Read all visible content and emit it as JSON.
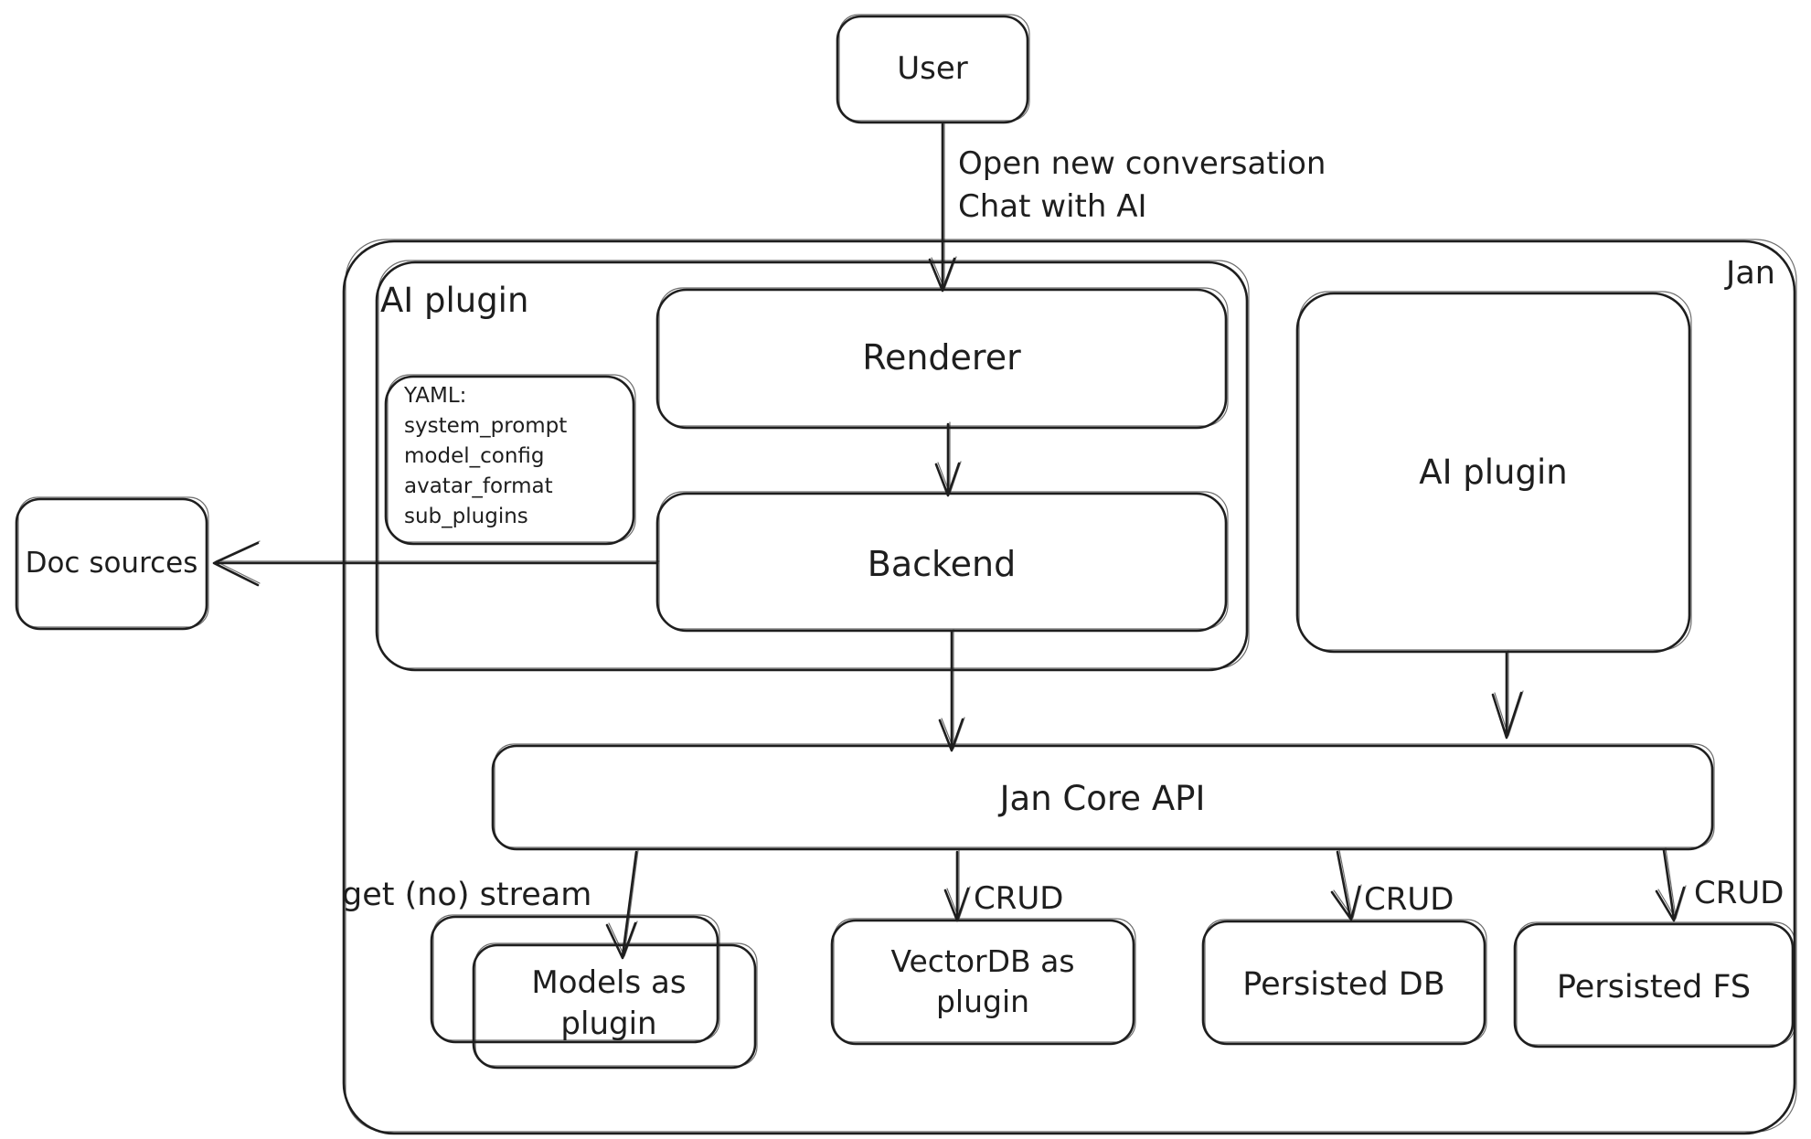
{
  "diagram": {
    "outer_label": "Jan",
    "nodes": {
      "user": "User",
      "ai_plugin_left": "AI plugin",
      "renderer": "Renderer",
      "backend": "Backend",
      "doc_sources": "Doc sources",
      "ai_plugin_right": "AI plugin",
      "jan_core_api": "Jan Core API",
      "models": {
        "line1": "Models as",
        "line2": "plugin"
      },
      "vectordb": {
        "line1": "VectorDB as",
        "line2": "plugin"
      },
      "persisted_db": "Persisted DB",
      "persisted_fs": "Persisted FS"
    },
    "yaml_note": {
      "line1": "YAML:",
      "line2": "system_prompt",
      "line3": "model_config",
      "line4": "avatar_format",
      "line5": "sub_plugins"
    },
    "edge_labels": {
      "user_to_renderer_line1": "Open new conversation",
      "user_to_renderer_line2": "Chat with AI",
      "get_stream": "get (no) stream",
      "crud_vectordb": "CRUD",
      "crud_persisted_db": "CRUD",
      "crud_persisted_fs": "CRUD"
    },
    "colors": {
      "stroke": "#1e1e1e",
      "background": "#ffffff"
    }
  }
}
